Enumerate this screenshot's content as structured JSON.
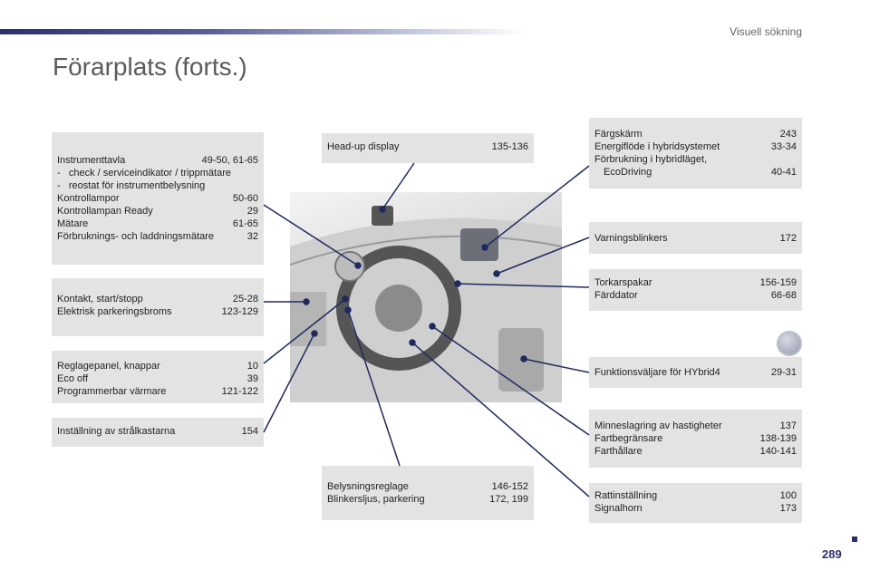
{
  "header": {
    "section": "Visuell sökning"
  },
  "page": {
    "title": "Förarplats (forts.)",
    "number": "289"
  },
  "boxes": {
    "instrument": [
      {
        "label": "Instrumenttavla",
        "ref": "49-50, 61-65"
      },
      {
        "label": "check / serviceindikator / trippmätare",
        "ref": ""
      },
      {
        "label": "reostat för instrumentbelysning",
        "ref": ""
      },
      {
        "label": "Kontrollampor",
        "ref": "50-60"
      },
      {
        "label": "Kontrollampan Ready",
        "ref": "29"
      },
      {
        "label": "Mätare",
        "ref": "61-65"
      },
      {
        "label": "Förbruknings- och laddningsmätare",
        "ref": "32"
      }
    ],
    "kontakt": [
      {
        "label": "Kontakt, start/stopp",
        "ref": "25-28"
      },
      {
        "label": "Elektrisk parkeringsbroms",
        "ref": "123-129"
      }
    ],
    "reglage": [
      {
        "label": "Reglagepanel, knappar",
        "ref": "10"
      },
      {
        "label": "Eco off",
        "ref": "39"
      },
      {
        "label": "Programmerbar värmare",
        "ref": "121-122"
      }
    ],
    "stralkastare": [
      {
        "label": "Inställning av strålkastarna",
        "ref": "154"
      }
    ],
    "headup": [
      {
        "label": "Head-up display",
        "ref": "135-136"
      }
    ],
    "belysning": [
      {
        "label": "Belysningsreglage",
        "ref": "146-152"
      },
      {
        "label": "Blinkersljus, parkering",
        "ref": "172, 199"
      }
    ],
    "fargskarm": [
      {
        "label": "Färgskärm",
        "ref": "243"
      },
      {
        "label": "Energiflöde i hybridsystemet",
        "ref": "33-34"
      },
      {
        "label": "Förbrukning i hybridläget,",
        "ref": ""
      },
      {
        "label": "EcoDriving",
        "ref": "40-41"
      }
    ],
    "varning": [
      {
        "label": "Varningsblinkers",
        "ref": "172"
      }
    ],
    "torkar": [
      {
        "label": "Torkarspakar",
        "ref": "156-159"
      },
      {
        "label": "Färddator",
        "ref": "66-68"
      }
    ],
    "funktion": [
      {
        "label": "Funktionsväljare för HYbrid4",
        "ref": "29-31"
      }
    ],
    "minne": [
      {
        "label": "Minneslagring av hastigheter",
        "ref": "137"
      },
      {
        "label": "Fartbegränsare",
        "ref": "138-139"
      },
      {
        "label": "Farthållare",
        "ref": "140-141"
      }
    ],
    "ratt": [
      {
        "label": "Rattinställning",
        "ref": "100"
      },
      {
        "label": "Signalhorn",
        "ref": "173"
      }
    ]
  }
}
